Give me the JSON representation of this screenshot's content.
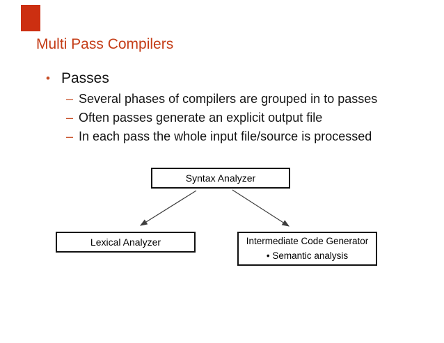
{
  "slide": {
    "title": "Multi Pass Compilers",
    "bullet": {
      "marker": "•",
      "label": "Passes",
      "dash_marker": "–",
      "sub_items": [
        "Several phases of compilers are grouped in to passes",
        "Often passes generate an explicit output file",
        "In each pass the whole input file/source is processed"
      ]
    },
    "diagram": {
      "syntax_label": "Syntax Analyzer",
      "lexical_label": "Lexical Analyzer",
      "intermediate_label": "Intermediate Code Generator",
      "intermediate_sublabel": "• Semantic analysis",
      "edges": [
        {
          "from": "Syntax Analyzer",
          "to": "Lexical Analyzer"
        },
        {
          "from": "Syntax Analyzer",
          "to": "Intermediate Code Generator"
        }
      ]
    },
    "colors": {
      "title": "#C43C16",
      "bullet_marker": "#C74E26",
      "accent_bar": "#CC2F11",
      "body_text": "#141414",
      "box_border": "#101010",
      "arrow": "#3D3D3D"
    }
  }
}
